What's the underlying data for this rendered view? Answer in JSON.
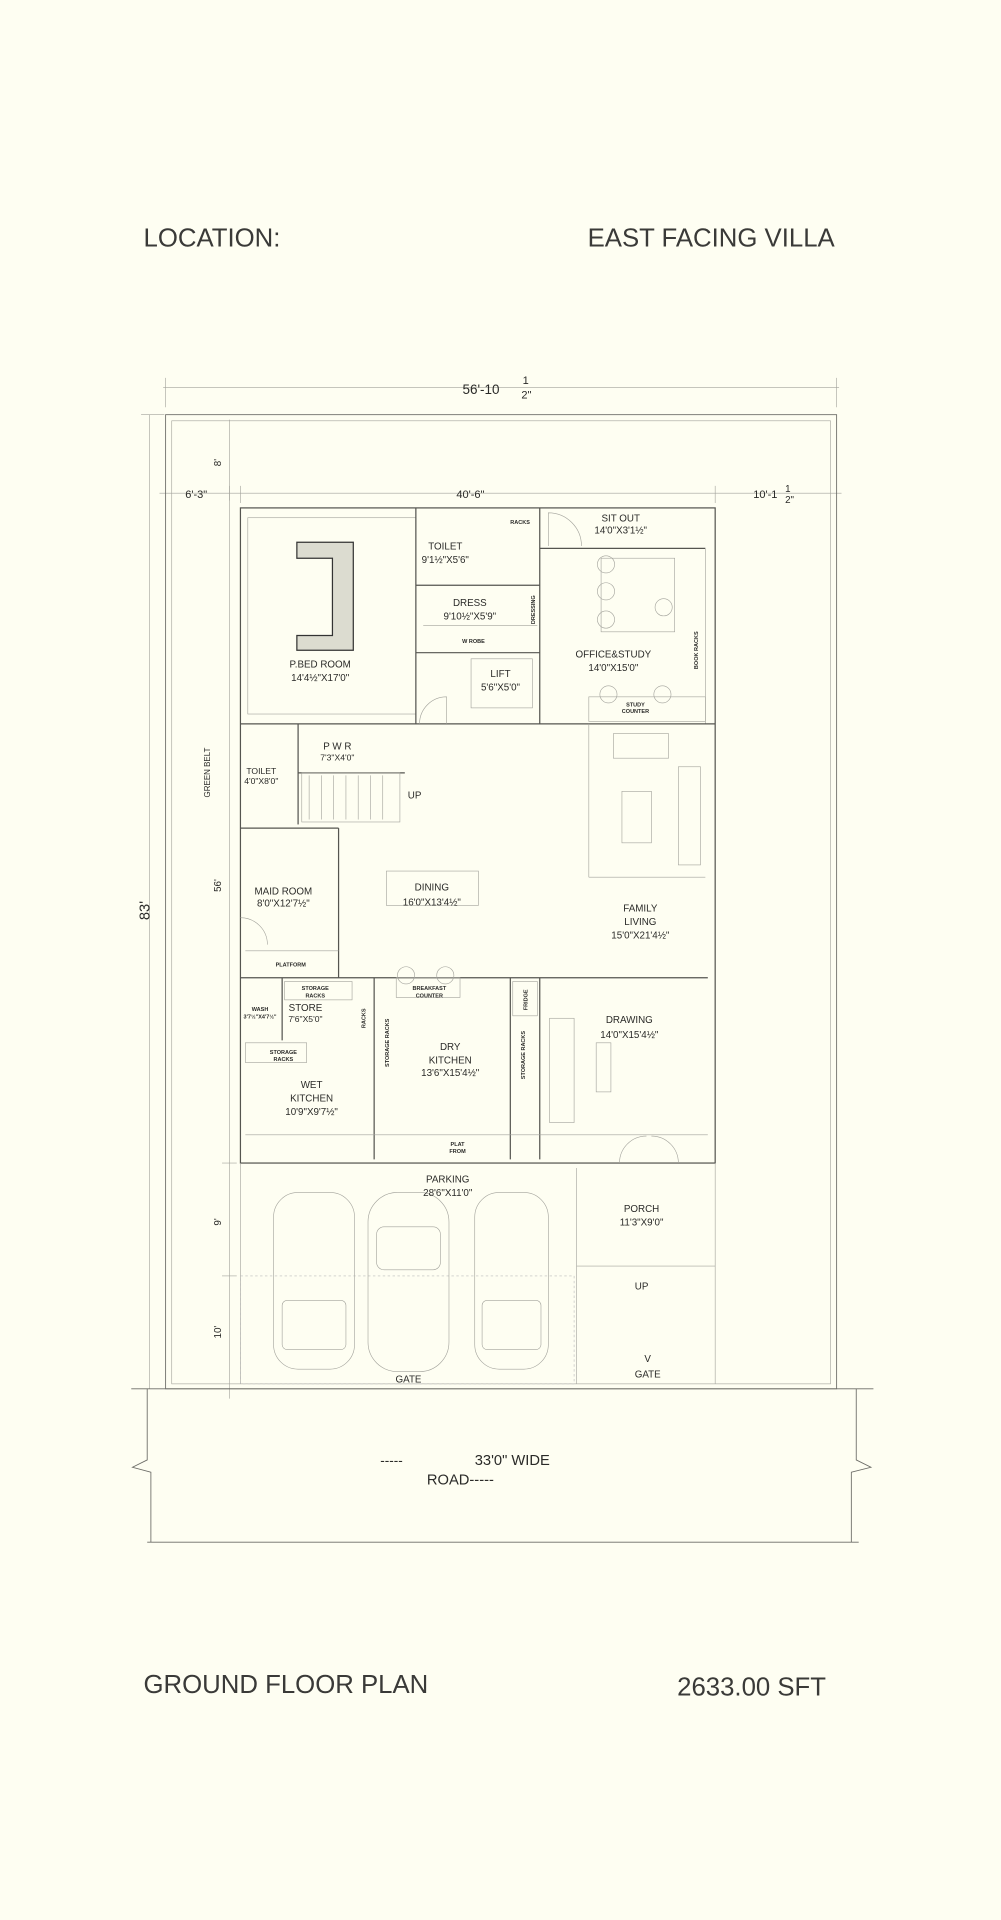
{
  "header": {
    "location_label": "LOCATION:",
    "project_title": "EAST FACING VILLA"
  },
  "footer": {
    "plan_title": "GROUND FLOOR PLAN",
    "area": "2633.00 SFT"
  },
  "dimensions": {
    "overall_width": "56'-10",
    "overall_width_frac_num": "1",
    "overall_width_frac_den": "2\"",
    "left_setback": "6'-3\"",
    "building_width": "40'-6\"",
    "right_setback": "10'-1",
    "right_frac_num": "1",
    "right_frac_den": "2\"",
    "overall_depth": "83'",
    "rear_setback": "8'",
    "building_depth": "56'",
    "parking_depth": "9'",
    "front_setback": "10'",
    "green_belt": "GREEN BELT"
  },
  "rooms": {
    "master_bed": {
      "name": "P.BED ROOM",
      "size": "14'4½\"X17'0\""
    },
    "toilet1": {
      "name": "TOILET",
      "size": "9'1½\"X5'6\""
    },
    "racks1": "RACKS",
    "dress": {
      "name": "DRESS",
      "size": "9'10½\"X5'9\""
    },
    "wrobe": "W ROBE",
    "dressing": "DRESSING",
    "lift": {
      "name": "LIFT",
      "size": "5'6\"X5'0\""
    },
    "sitout": {
      "name": "SIT OUT",
      "size": "14'0\"X3'1½\""
    },
    "office": {
      "name": "OFFICE&STUDY",
      "size": "14'0\"X15'0\""
    },
    "book_racks": "BOOK RACKS",
    "study_counter_1": "STUDY",
    "study_counter_2": "COUNTER",
    "pwr": {
      "name": "P W R",
      "size": "7'3\"X4'0\""
    },
    "toilet2": {
      "name": "TOILET",
      "size": "4'0\"X8'0\""
    },
    "stair_up": "UP",
    "maid": {
      "name": "MAID ROOM",
      "size": "8'0\"X12'7½\""
    },
    "platform": "PLATFORM",
    "dining": {
      "name": "DINING",
      "size": "16'0\"X13'4½\""
    },
    "family": {
      "name1": "FAMILY",
      "name2": "LIVING",
      "size": "15'0\"X21'4½\""
    },
    "storage_racks": "STORAGE",
    "storage_racks2": "RACKS",
    "store": {
      "name": "STORE",
      "size": "7'6\"X5'0\""
    },
    "wash": {
      "name": "WASH",
      "size": "3'7½\"X4'7½\""
    },
    "racks2": "RACKS",
    "breakfast1": "BREAKFAST",
    "breakfast2": "COUNTER",
    "fridge": "FRIDGE",
    "storage_vert": "STORAGE RACKS",
    "dry_kitchen": {
      "name1": "DRY",
      "name2": "KITCHEN",
      "size": "13'6\"X15'4½\""
    },
    "wet_kitchen": {
      "name1": "WET",
      "name2": "KITCHEN",
      "size": "10'9\"X9'7½\""
    },
    "plat1": "PLAT",
    "plat2": "FROM",
    "drawing": {
      "name": "DRAWING",
      "size": "14'0\"X15'4½\""
    },
    "parking": {
      "name": "PARKING",
      "size": "28'6\"X11'0\""
    },
    "porch": {
      "name": "PORCH",
      "size": "11'3\"X9'0\""
    },
    "porch_up": "UP",
    "gate": "GATE",
    "vgate_v": "V",
    "vgate": "GATE"
  },
  "road": {
    "dash_left": "-----",
    "width_label": "33'0\" WIDE",
    "road_label": "ROAD-----"
  }
}
